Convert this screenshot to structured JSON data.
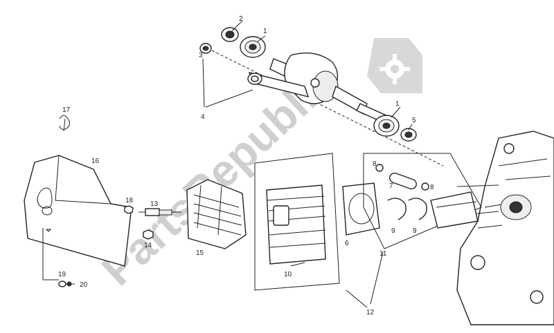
{
  "watermark": {
    "text": "PartsRepublik",
    "gear_icon": "gear-icon"
  },
  "labels": {
    "l1a": "1",
    "l1b": "1",
    "l2": "2",
    "l3": "3",
    "l4": "4",
    "l5": "5",
    "l6": "6",
    "l7": "7",
    "l8a": "8",
    "l8b": "8",
    "l9a": "9",
    "l9b": "9",
    "l10": "10",
    "l11": "11",
    "l12": "12",
    "l13": "13",
    "l14": "14",
    "l15": "15",
    "l16": "16",
    "l17": "17",
    "l18": "18",
    "l19": "19",
    "l20": "20"
  }
}
